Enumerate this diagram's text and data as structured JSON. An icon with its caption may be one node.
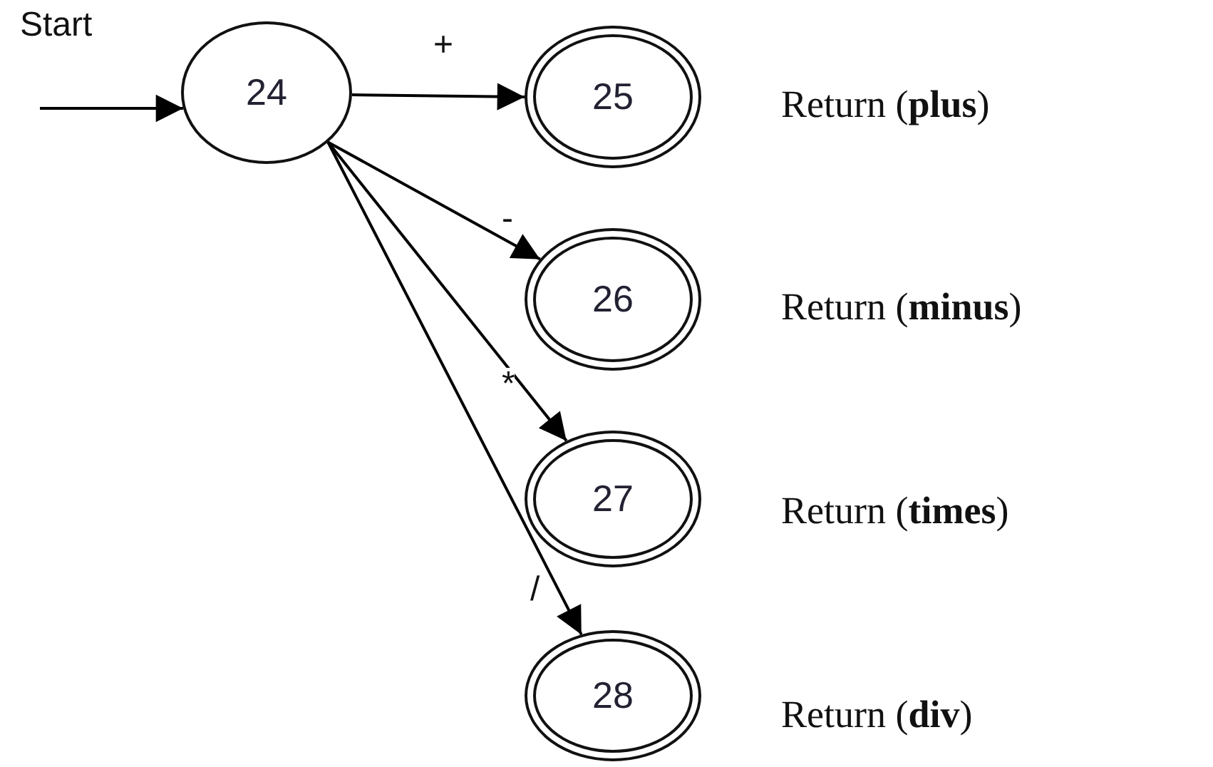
{
  "diagram": {
    "nodes": [
      {
        "text": [
          "24"
        ]
      },
      {
        "text": [
          "25"
        ],
        "beside": [
          "Return (**plus**)"
        ]
      },
      {
        "text": [
          "26"
        ],
        "beside": [
          "Return (**minus**)"
        ]
      },
      {
        "text": [
          "27"
        ],
        "beside": [
          "Return (**times**)"
        ]
      },
      {
        "text": [
          "28"
        ],
        "beside": [
          "Return (**div**)"
        ]
      }
    ],
    "edges": [
      {
        "from": null,
        "to": 0,
        "arrow": "to",
        "label": "Start"
      },
      {
        "from": 0,
        "to": 1,
        "arrow": "to",
        "label": "+"
      },
      {
        "from": 0,
        "to": 2,
        "arrow": "to",
        "label": "-"
      },
      {
        "from": 0,
        "to": 3,
        "arrow": "to",
        "label": "*"
      },
      {
        "from": 0,
        "to": 4,
        "arrow": "to",
        "label": "/"
      }
    ]
  }
}
